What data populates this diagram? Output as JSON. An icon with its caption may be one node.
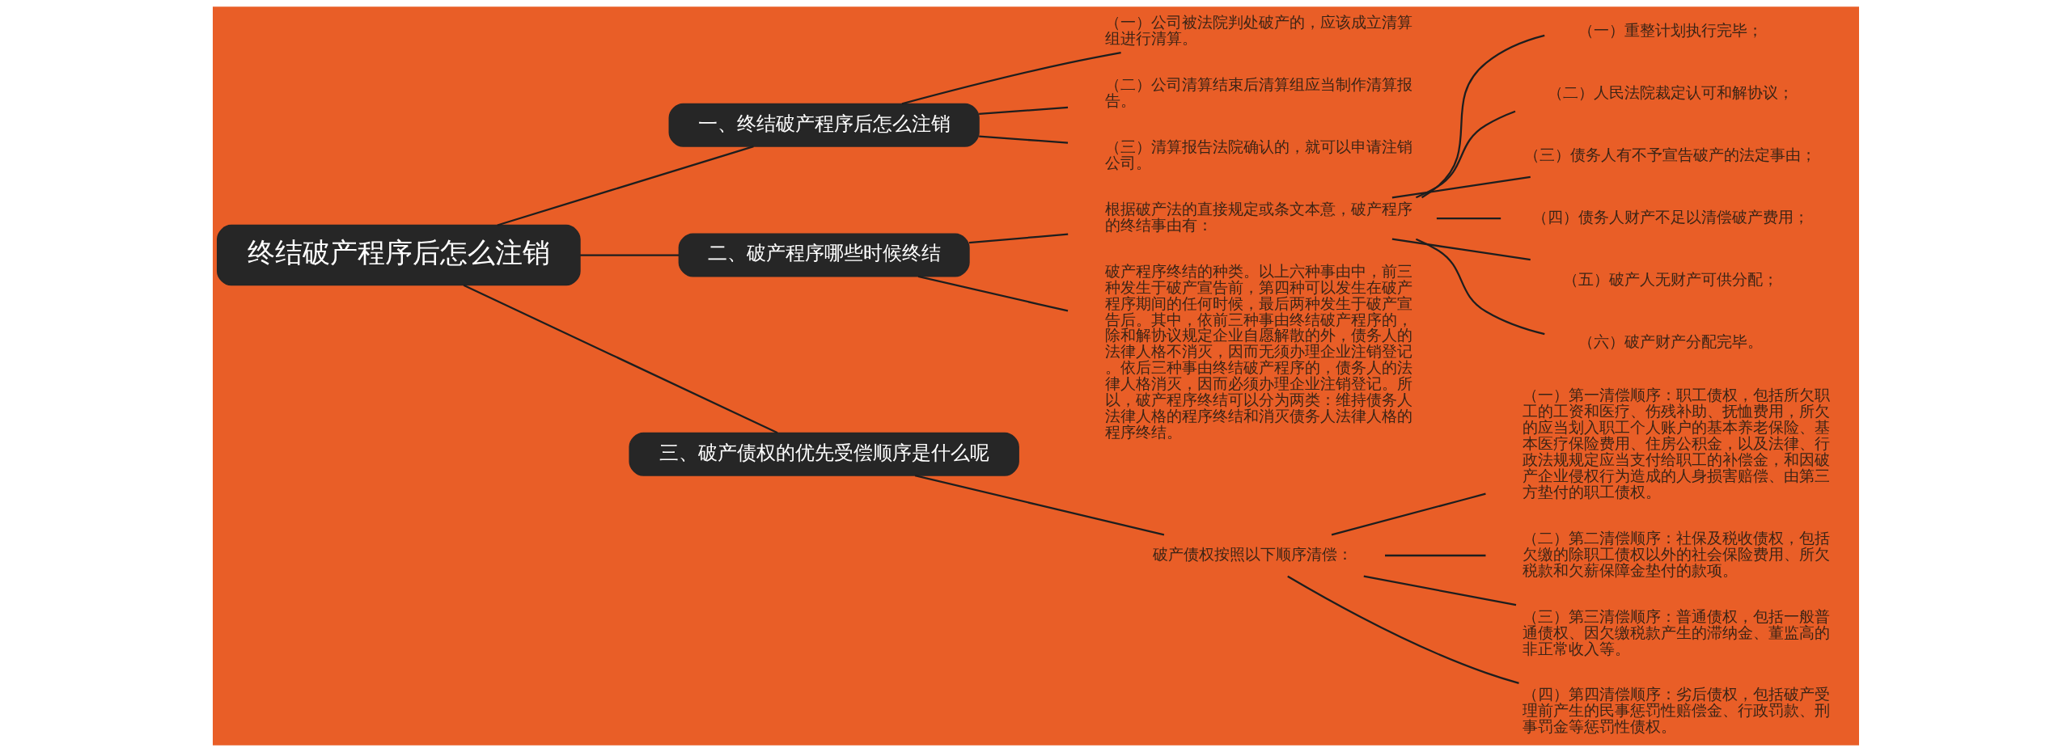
{
  "diagram": {
    "nodes": [
      {
        "text": [
          "终结破产程序后怎么注销"
        ]
      },
      {
        "text": [
          "一、终结破产程序后怎么注销"
        ]
      },
      {
        "text": [
          "（一）公司被法院判处破产的，应该成立清算组进行清算。"
        ]
      },
      {
        "text": [
          "（二）公司清算结束后清算组应当制作清算报告。"
        ]
      },
      {
        "text": [
          "（三）清算报告法院确认的，就可以申请注销公司。"
        ]
      },
      {
        "text": [
          "二、破产程序哪些时候终结"
        ]
      },
      {
        "text": [
          "根据破产法的直接规定或条文本意，破产程序的终结事由有："
        ]
      },
      {
        "text": [
          "（一）重整计划执行完毕；"
        ]
      },
      {
        "text": [
          "（二）人民法院裁定认可和解协议；"
        ]
      },
      {
        "text": [
          "（三）债务人有不予宣告破产的法定事由；"
        ]
      },
      {
        "text": [
          "（四）债务人财产不足以清偿破产费用；"
        ]
      },
      {
        "text": [
          "（五）破产人无财产可供分配；"
        ]
      },
      {
        "text": [
          "（六）破产财产分配完毕。"
        ]
      },
      {
        "text": [
          "破产程序终结的种类。以上六种事由中，前三种发生于破产宣告前，第四种可以发生在破产程序期间的任何时候，最后两种发生于破产宣告后。其中，依前三种事由终结破产程序的，除和解协议规定企业自愿解散的外，债务人的法律人格不消灭，因而无须办理企业注销登记。依后三种事由终结破产程序的，债务人的法律人格消灭，因而必须办理企业注销登记。所以，破产程序终结可以分为两类：维持债务人法律人格的程序终结和消灭债务人法律人格的程序终结。"
        ]
      },
      {
        "text": [
          "三、破产债权的优先受偿顺序是什么呢"
        ]
      },
      {
        "text": [
          "破产债权按照以下顺序清偿："
        ]
      },
      {
        "text": [
          "（一）第一清偿顺序：职工债权，包括所欠职工的工资和医疗、伤残补助、抚恤费用，所欠的应当划入职工个人账户的基本养老保险、基本医疗保险费用、住房公积金，以及法律、行政法规规定应当支付给职工的补偿金，和因破产企业侵权行为造成的人身损害赔偿、由第三方垫付的职工债权。"
        ]
      },
      {
        "text": [
          "（二）第二清偿顺序：社保及税收债权，包括欠缴的除职工债权以外的社会保险费用、所欠税款和欠薪保障金垫付的款项。"
        ]
      },
      {
        "text": [
          "（三）第三清偿顺序：普通债权，包括一般普通债权、因欠缴税款产生的滞纳金、董监高的非正常收入等。"
        ]
      },
      {
        "text": [
          "（四）第四清偿顺序：劣后债权，包括破产受理前产生的民事惩罚性赔偿金、行政罚款、刑事罚金等惩罚性债权。"
        ]
      }
    ],
    "edges": [
      {
        "from": 0,
        "to": 1,
        "arrow": "none"
      },
      {
        "from": 1,
        "to": 2,
        "arrow": "none"
      },
      {
        "from": 1,
        "to": 3,
        "arrow": "none"
      },
      {
        "from": 1,
        "to": 4,
        "arrow": "none"
      },
      {
        "from": 0,
        "to": 5,
        "arrow": "none"
      },
      {
        "from": 5,
        "to": 6,
        "arrow": "none"
      },
      {
        "from": 6,
        "to": 7,
        "arrow": "none"
      },
      {
        "from": 6,
        "to": 8,
        "arrow": "none"
      },
      {
        "from": 6,
        "to": 9,
        "arrow": "none"
      },
      {
        "from": 6,
        "to": 10,
        "arrow": "none"
      },
      {
        "from": 6,
        "to": 11,
        "arrow": "none"
      },
      {
        "from": 6,
        "to": 12,
        "arrow": "none"
      },
      {
        "from": 5,
        "to": 13,
        "arrow": "none"
      },
      {
        "from": 0,
        "to": 14,
        "arrow": "none"
      },
      {
        "from": 14,
        "to": 15,
        "arrow": "none"
      },
      {
        "from": 15,
        "to": 16,
        "arrow": "none"
      },
      {
        "from": 15,
        "to": 17,
        "arrow": "none"
      },
      {
        "from": 15,
        "to": 18,
        "arrow": "none"
      },
      {
        "from": 15,
        "to": 19,
        "arrow": "none"
      }
    ]
  }
}
